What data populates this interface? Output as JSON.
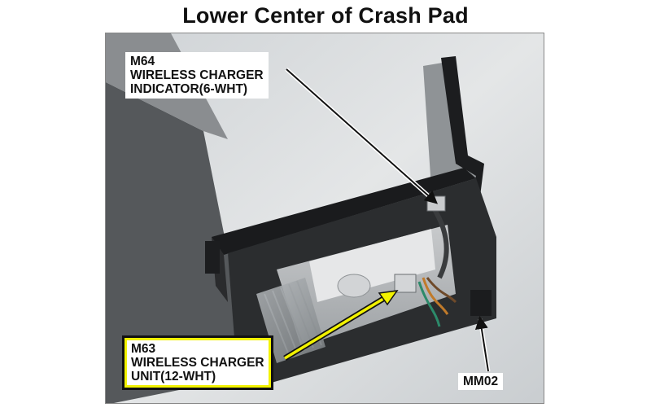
{
  "title": "Lower Center of Crash Pad",
  "callouts": {
    "m64": {
      "code": "M64",
      "line1": "WIRELESS CHARGER",
      "line2": "INDICATOR(6-WHT)"
    },
    "m63": {
      "code": "M63",
      "line1": "WIRELESS CHARGER",
      "line2": "UNIT(12-WHT)",
      "highlight_color": "#f2f200"
    },
    "mm02": {
      "code": "MM02"
    }
  }
}
